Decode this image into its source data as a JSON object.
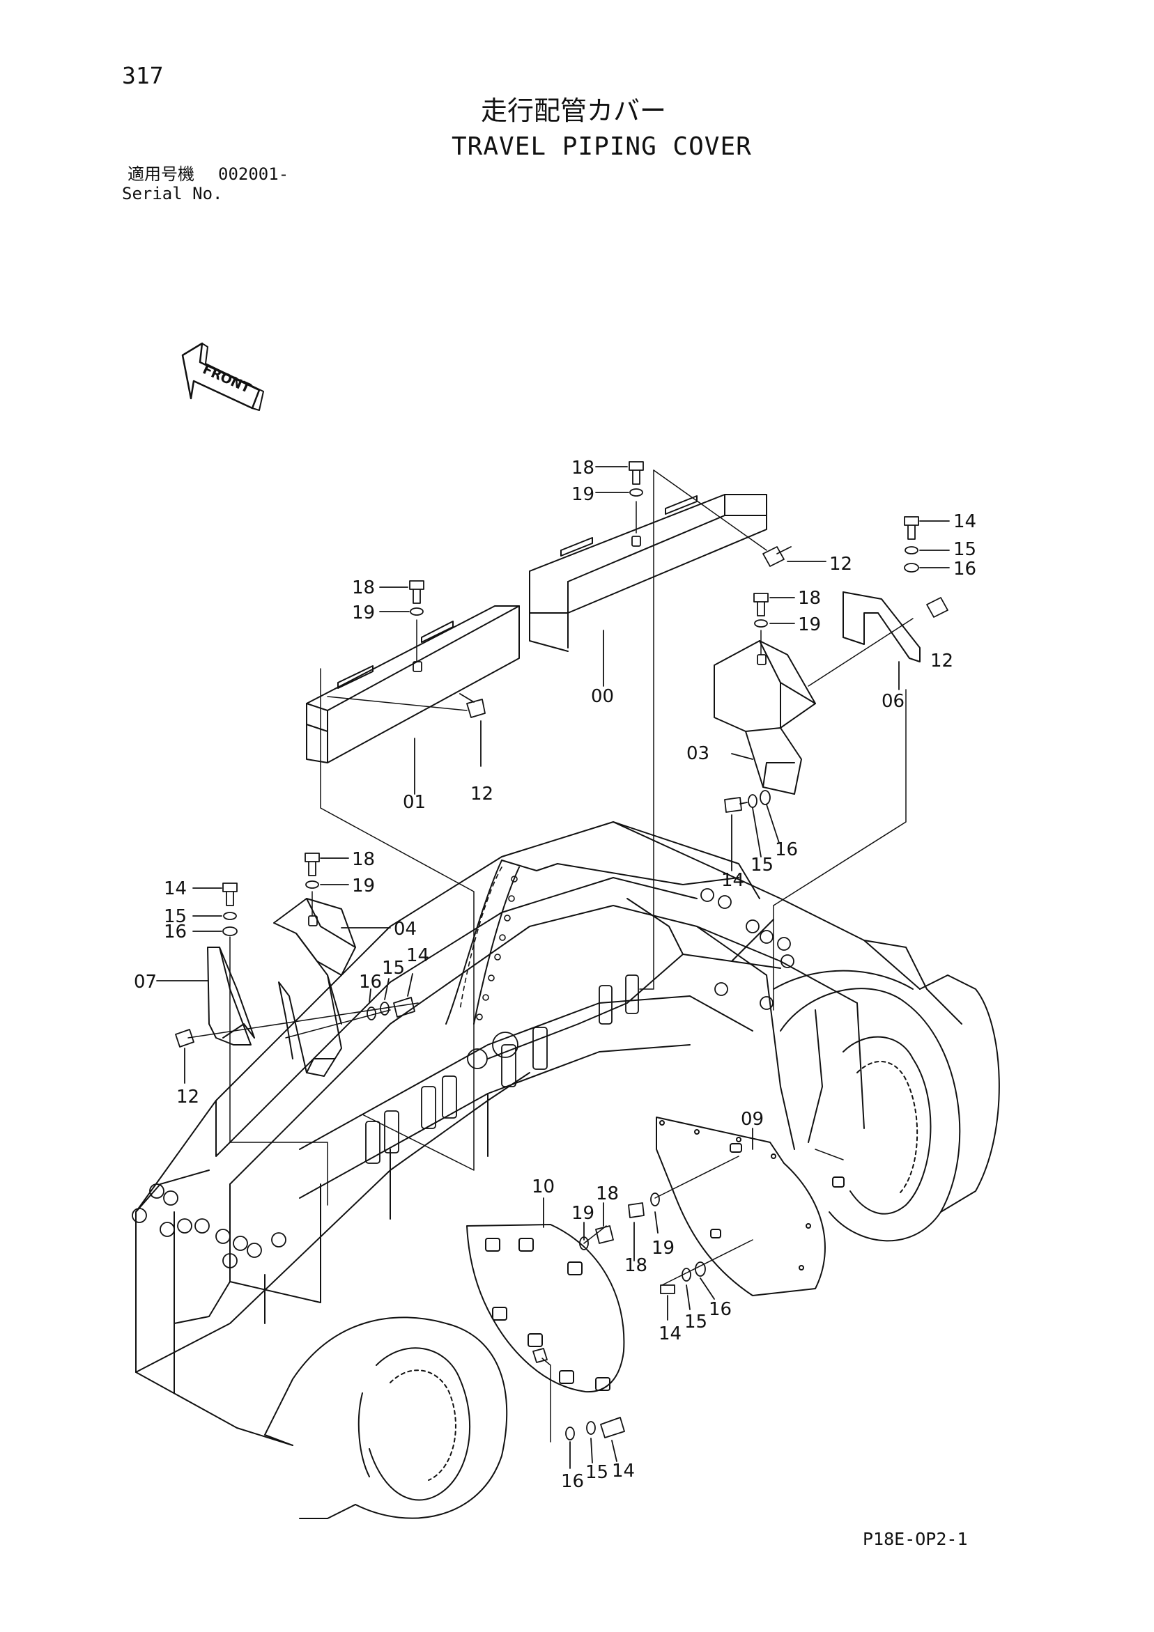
{
  "page": {
    "number": "317",
    "title_ja": "走行配管カバー",
    "title_en": "TRAVEL PIPING COVER",
    "serial_label_ja": "適用号機",
    "serial_range": "002001-",
    "serial_label_en": "Serial No.",
    "doc_code": "P18E-OP2-1"
  },
  "front_arrow": {
    "label": "FRONT"
  },
  "callouts": [
    "00",
    "01",
    "03",
    "04",
    "06",
    "07",
    "09",
    "10",
    "12",
    "14",
    "15",
    "16",
    "18",
    "19"
  ],
  "drawing": {
    "line_color": "#111111",
    "background": "#ffffff"
  }
}
